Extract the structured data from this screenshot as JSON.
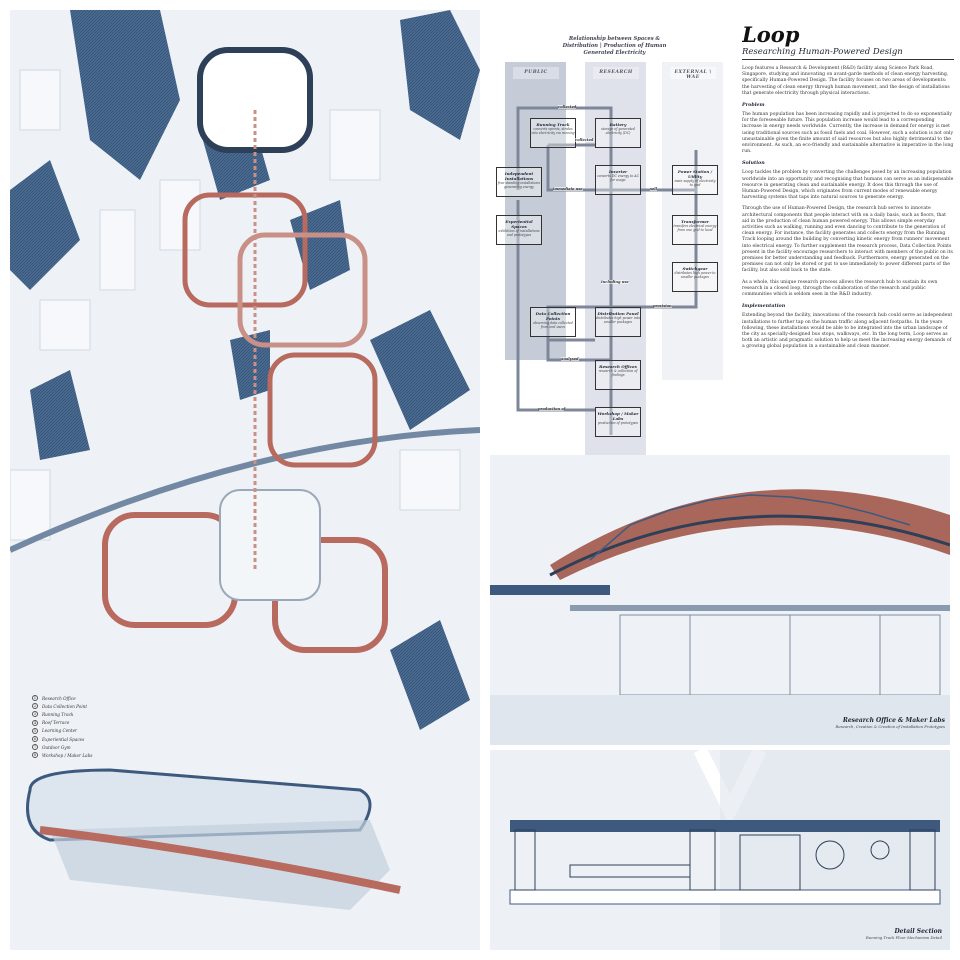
{
  "project": {
    "title": "Loop",
    "subtitle": "Researching Human-Powered Design"
  },
  "text": {
    "intro": "Loop features a Research & Development (R&D) facility along Science Park Road, Singapore, studying and innovating on avant-garde methods of clean energy harvesting, specifically Human-Powered Design. The facility focuses on two areas of developments: the harvesting of clean energy through human movement, and the design of installations that generate electricity through physical interactions.",
    "problem_heading": "Problem",
    "problem": "The human population has been increasing rapidly and is projected to do so exponentially for the foreseeable future. This population increase would lead to a corresponding increase in energy needs worldwide. Currently, the increase in demand for energy is met using traditional sources such as fossil fuels and coal. However, such a solution is not only unsustainable given the finite amount of said resources but also highly detrimental to the environment. As such, an eco-friendly and sustainable alternative is imperative in the long run.",
    "solution_heading": "Solution",
    "solution_1": "Loop tackles the problem by converting the challenges posed by an increasing population worldwide into an opportunity and recognising that humans can serve as an indispensable resource in generating clean and sustainable energy. It does this through the use of Human-Powered Design, which originates from current modes of renewable energy harvesting systems that taps into natural sources to generate energy.",
    "solution_2": "Through the use of Human-Powered Design, the research hub serves to innovate architectural components that people interact with on a daily basis, such as floors, that aid in the production of clean human powered energy. This allows simple everyday activities such as walking, running and even dancing to contribute to the generation of clean energy. For instance, the facility generates and collects energy from the Running Track looping around the building by converting kinetic energy from runners' movement into electrical energy. To further supplement the research process, Data Collection Points present in the facility encourage researchers to interact with members of the public on its premises for better understanding and feedback. Furthermore, energy generated on the premises can not only be stored or put to use immediately to power different parts of the facility, but also sold back to the state.",
    "solution_3": "As a whole, this unique research process allows the research hub to sustain its own research in a closed loop, through the collaboration of the research and public communities which is seldom seen in the R&D industry.",
    "implementation_heading": "Implementation",
    "implementation": "Extending beyond the facility, innovations of the research hub could serve as independent installations to further tap on the human traffic along adjacent footpaths. In the years following, these installations would be able to be integrated into the urban landscape of the city as specially-designed bus stops, walkways, etc. In the long term, Loop serves as both an artistic and pragmatic solution to help us meet the increasing energy demands of a growing global population in a sustainable and clean manner."
  },
  "diagram": {
    "title_1": "Relationship between Spaces &",
    "title_2": "Distribution | Production of Human",
    "title_3": "Generated Electricity",
    "columns": [
      "PUBLIC",
      "RESEARCH",
      "EXTERNAL \\ WAE"
    ],
    "nodes": [
      {
        "title": "Running Track",
        "desc": "converts sprints, strides into electricity via running"
      },
      {
        "title": "Battery",
        "desc": "storage of generated electricity (DC)"
      },
      {
        "title": "Independent Installations",
        "desc": "free standing installations generating energy"
      },
      {
        "title": "Inverter",
        "desc": "converts DC energy to AC for usage"
      },
      {
        "title": "Power Station / Utility",
        "desc": "main supply of electricity to grid"
      },
      {
        "title": "Experiential Spaces",
        "desc": "exhibition of installations and prototypes"
      },
      {
        "title": "Transformer",
        "desc": "transfers electrical energy from one grid to local"
      },
      {
        "title": "Switchgear",
        "desc": "distributes high power to smaller packages"
      },
      {
        "title": "Data Collection Points",
        "desc": "observing data collected from end users"
      },
      {
        "title": "Distribution Panel",
        "desc": "distributes high power into smaller packages"
      },
      {
        "title": "Research Offices",
        "desc": "research & collection of findings"
      },
      {
        "title": "Workshop / Maker Labs",
        "desc": "production of prototypes"
      }
    ],
    "labels": [
      "collected",
      "collected",
      "immediate use",
      "sell",
      "Including use",
      "provision",
      "analysed",
      "production of"
    ]
  },
  "legend": [
    "Research Office",
    "Data Collection Point",
    "Running Track",
    "Roof Terrace",
    "Learning Center",
    "Experiential Spaces",
    "Outdoor Gym",
    "Workshop / Maker Labs"
  ],
  "perspective": {
    "caption": "Research Office & Maker Labs",
    "sub": "Research, Creation & Creation of Installation Prototypes"
  },
  "section": {
    "caption": "Detail Section",
    "sub": "Running Track Floor Mechanism Detail"
  },
  "colors": {
    "blue": "#3d5a7e",
    "track_red": "#b86a5e",
    "pale": "#eef2f6"
  }
}
